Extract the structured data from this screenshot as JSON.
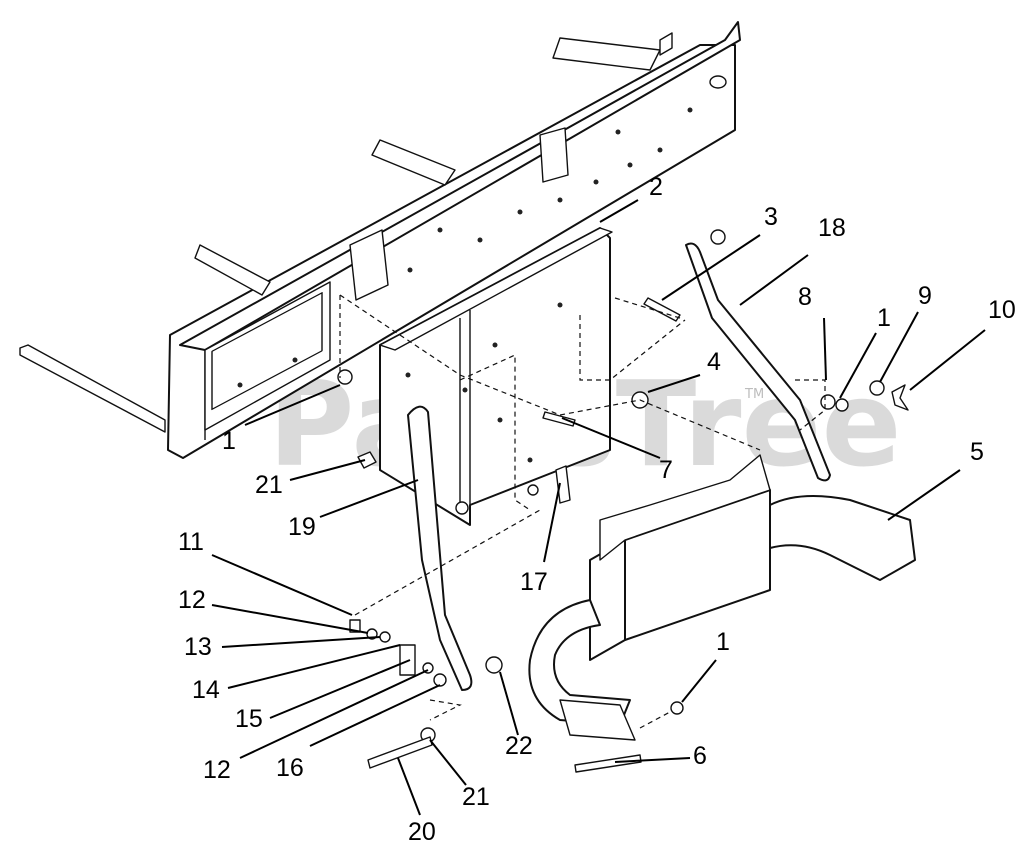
{
  "watermark": {
    "text": "PartsTree",
    "tm": "TM"
  },
  "callouts": {
    "c1a": "1",
    "c1b": "1",
    "c1c": "1",
    "c2": "2",
    "c3": "3",
    "c4": "4",
    "c5": "5",
    "c6": "6",
    "c7": "7",
    "c8": "8",
    "c9": "9",
    "c10": "10",
    "c11": "11",
    "c12a": "12",
    "c12b": "12",
    "c13": "13",
    "c14": "14",
    "c15": "15",
    "c16": "16",
    "c17": "17",
    "c18": "18",
    "c19": "19",
    "c20": "20",
    "c21a": "21",
    "c21b": "21",
    "c22": "22"
  }
}
